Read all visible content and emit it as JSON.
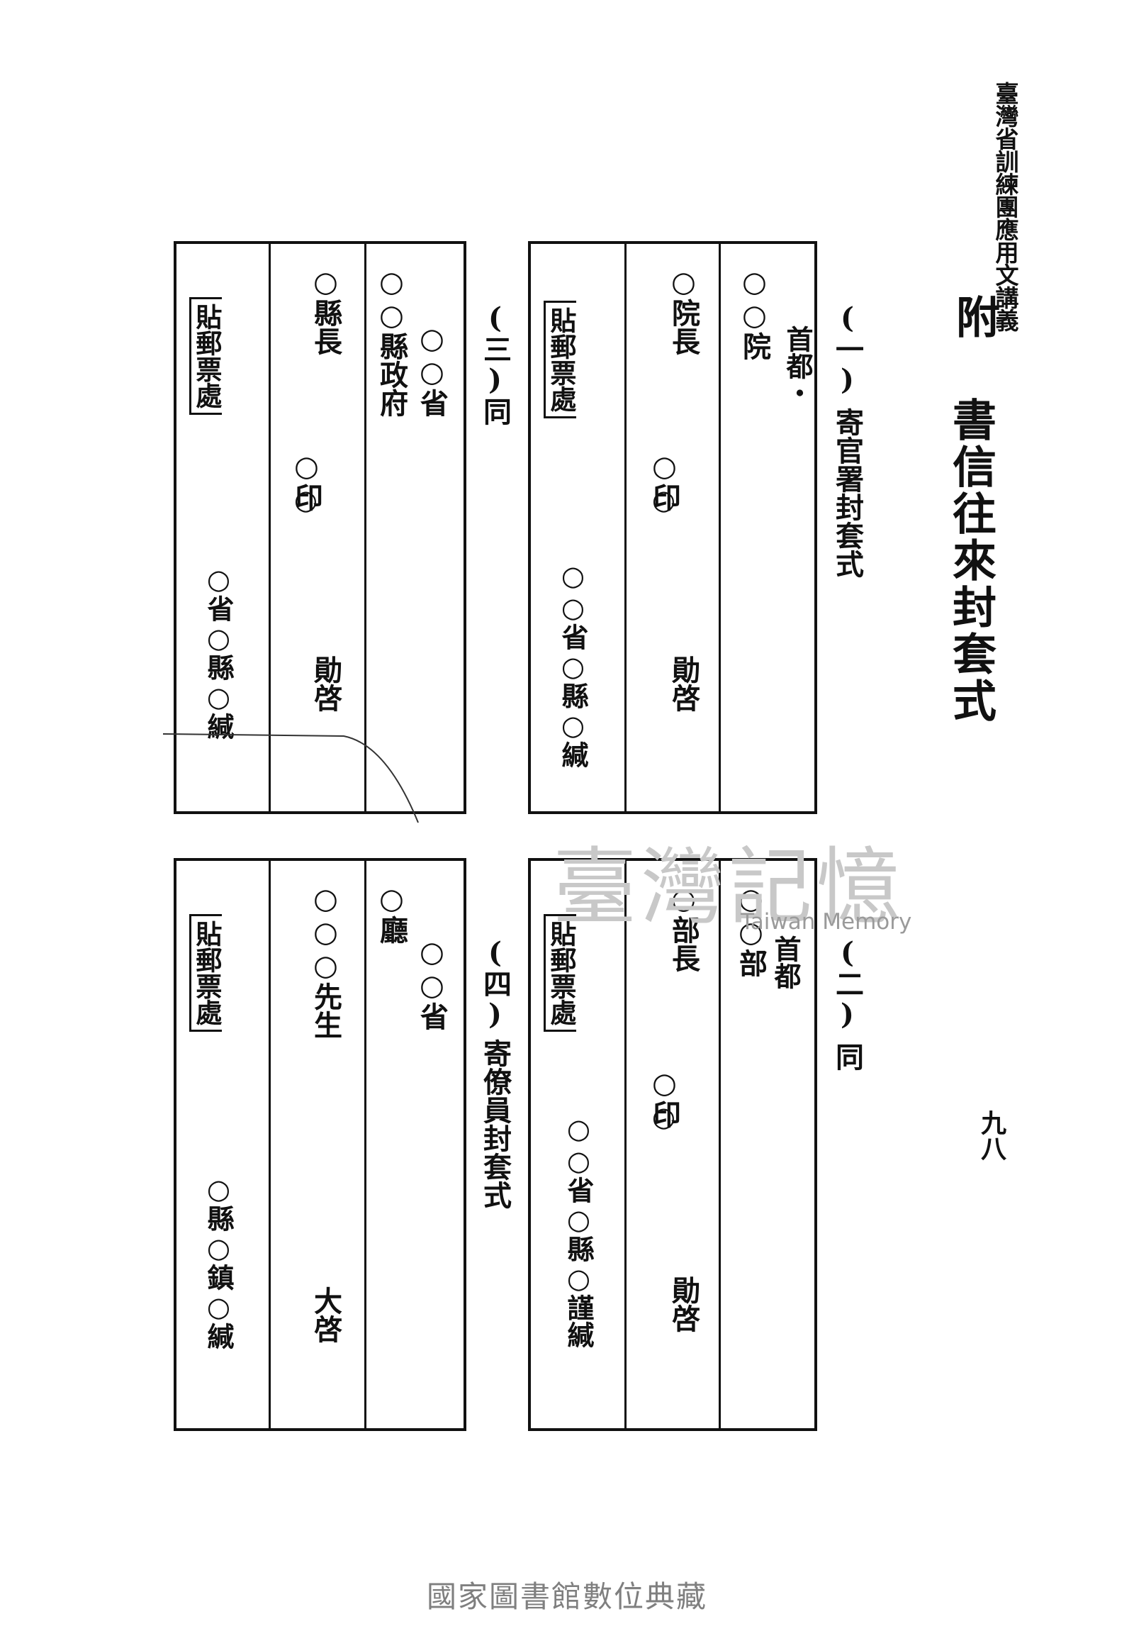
{
  "header": "臺灣省訓練團應用文講義",
  "page_number": "九八",
  "appendix_mark": "附",
  "title": "書信往來封套式",
  "sections": {
    "s1": {
      "num": "(一)",
      "caption": "寄官署封套式",
      "addr_prefix": "首都・",
      "addr_main": "○○院",
      "recipient": "○院長",
      "seal": "○印",
      "seal2": "○",
      "closing": "勛啓",
      "stamp": "貼郵票處",
      "sender": "○○省○縣○緘"
    },
    "s2": {
      "num": "(二)",
      "caption": "同",
      "addr_prefix": "首都",
      "addr_main": "○○部",
      "recipient": "○部長",
      "seal": "○印",
      "seal2": "○",
      "closing": "勛啓",
      "stamp": "貼郵票處",
      "sender": "○○省○縣○謹緘"
    },
    "s3": {
      "num": "(三)",
      "caption": "同",
      "addr_prefix": "○○省",
      "addr_main": "○○縣政府",
      "recipient": "○縣長",
      "seal": "○印",
      "seal2": "○",
      "closing": "勛啓",
      "stamp": "貼郵票處",
      "sender": "○省○縣○緘"
    },
    "s4": {
      "num": "(四)",
      "caption": "寄僚員封套式",
      "addr_prefix": "○○省",
      "addr_main": "○廳",
      "recipient": "○○○先生",
      "closing": "大啓",
      "stamp": "貼郵票處",
      "sender": "○縣○鎮○緘"
    }
  },
  "watermark": {
    "main": "臺灣記憶",
    "sub": "Taiwan Memory"
  },
  "footer": "國家圖書館數位典藏"
}
